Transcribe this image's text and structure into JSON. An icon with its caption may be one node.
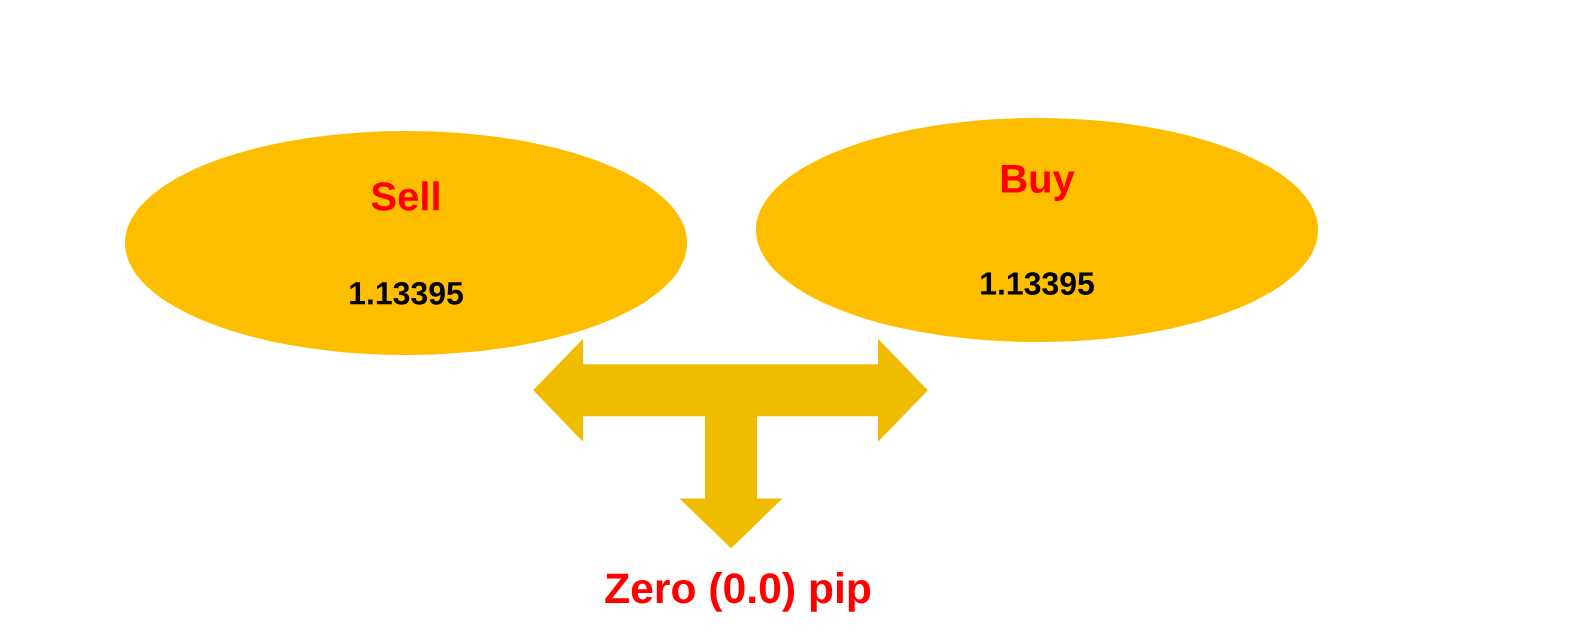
{
  "diagram": {
    "nodes": [
      {
        "text": [
          "Sell",
          "1.13395"
        ]
      },
      {
        "text": [
          "Buy",
          "1.13395"
        ]
      },
      {
        "text": [
          "Zero (0.0) pip"
        ]
      }
    ],
    "edges": [
      {
        "from": 0,
        "to": 1,
        "arrow": "both"
      },
      {
        "from": null,
        "to": 2,
        "arrow": "to"
      }
    ]
  }
}
